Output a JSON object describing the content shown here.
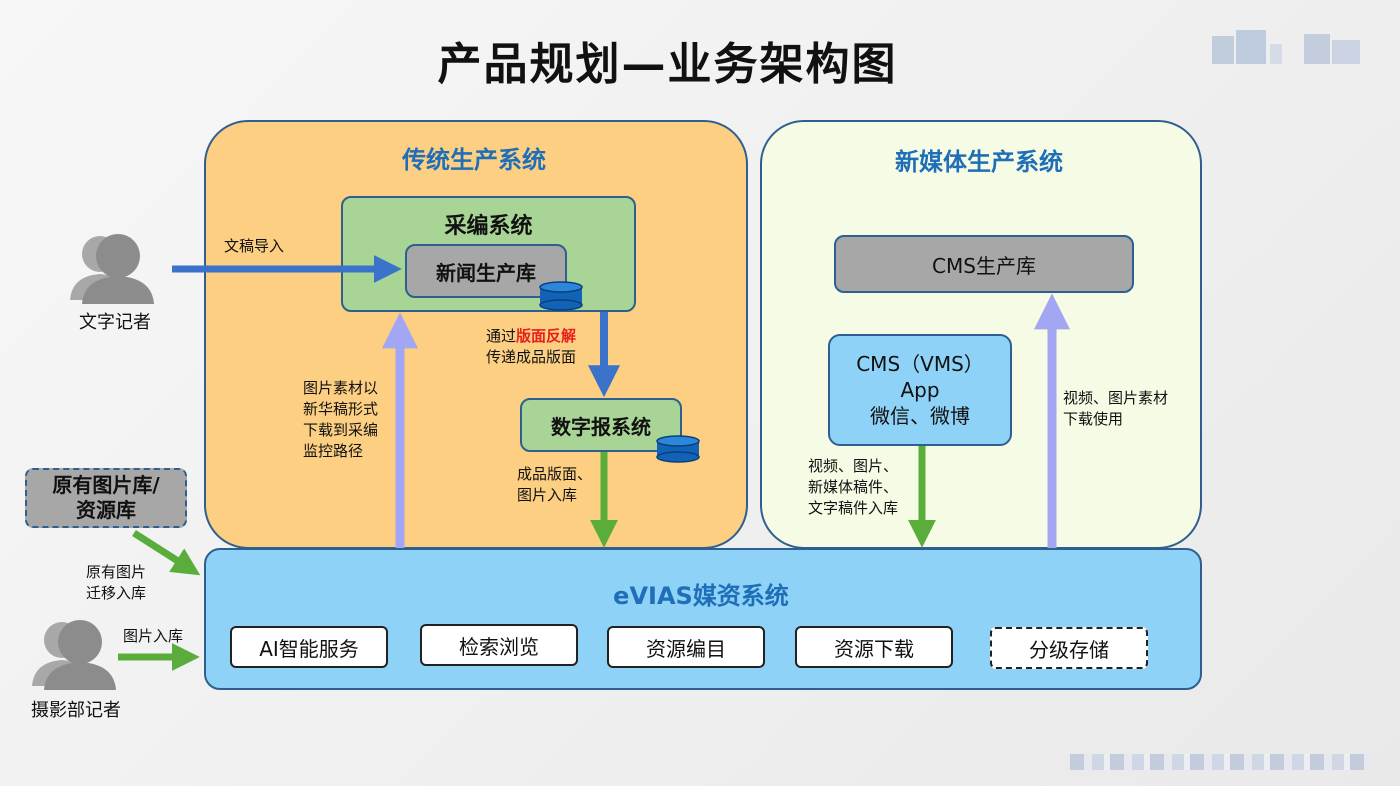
{
  "title": "产品规划—业务架构图",
  "panels": {
    "traditional": "传统生产系统",
    "new_media": "新媒体生产系统",
    "evias": "eVIAS媒资系统"
  },
  "boxes": {
    "caibian": "采编系统",
    "news_db": "新闻生产库",
    "digital_paper": "数字报系统",
    "cms_db": "CMS生产库",
    "cms_vms_line1": "CMS（VMS）",
    "cms_vms_line2": "App",
    "cms_vms_line3": "微信、微博",
    "legacy_line1": "原有图片库/",
    "legacy_line2": "资源库"
  },
  "services": [
    "AI智能服务",
    "检索浏览",
    "资源编目",
    "资源下载",
    "分级存储"
  ],
  "actors": {
    "reporter": "文字记者",
    "photographer": "摄影部记者"
  },
  "labels": {
    "manuscript_import": "文稿导入",
    "layout_prefix": "通过",
    "layout_highlight": "版面反解",
    "layout_line2": "传递成品版面",
    "pic_material": [
      "图片素材以",
      "新华稿形式",
      "下载到采编",
      "监控路径"
    ],
    "finished_layout": [
      "成品版面、",
      "图片入库"
    ],
    "newmedia_in": [
      "视频、图片、",
      "新媒体稿件、",
      "文字稿件入库"
    ],
    "video_download": [
      "视频、图片素材",
      "下载使用"
    ],
    "legacy_migrate": [
      "原有图片",
      "迁移入库"
    ],
    "photo_in": "图片入库"
  },
  "colors": {
    "traditional_bg": "#fccf83",
    "new_media_bg": "#f6fbe6",
    "evias_bg": "#8ed2f8",
    "arrow_blue": "#3a73c9",
    "arrow_green": "#5aad3a",
    "arrow_lavender": "#a3a6f2",
    "title_blue": "#1f6fb8",
    "highlight_red": "#e8211d"
  }
}
